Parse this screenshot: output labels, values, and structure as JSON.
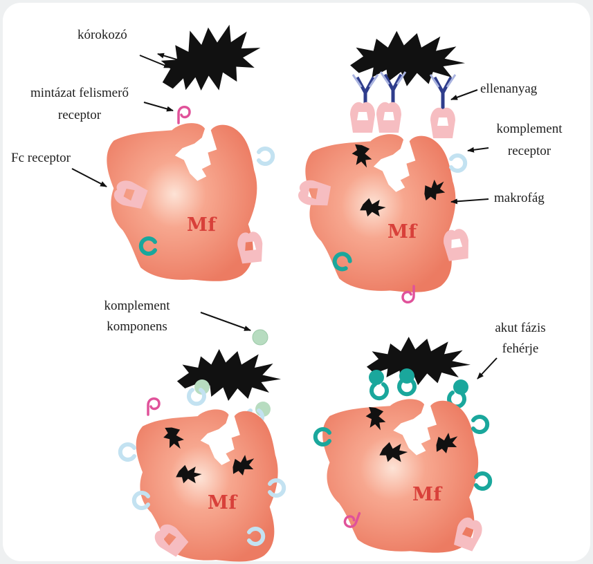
{
  "labels": {
    "korokozo": "kórokozó",
    "mintazat_line1": "mintázat felismerő",
    "mintazat_line2": "receptor",
    "fc_receptor": "Fc receptor",
    "ellenanyag": "ellenanyag",
    "komplement_receptor_line1": "komplement",
    "komplement_receptor_line2": "receptor",
    "makrofag": "makrofág",
    "komplement_komponens_line1": "komplement",
    "komplement_komponens_line2": "komponens",
    "akut_line1": "akut fázis",
    "akut_line2": "fehérje"
  },
  "cell_labels": [
    "Mf",
    "Mf",
    "Mf",
    "Mf"
  ],
  "colors": {
    "cell_body": "#ee8068",
    "cell_highlight": "#fde0d4",
    "pathogen": "#111111",
    "fc_receptor": "#f6bdc1",
    "pattern_receptor": "#e0529a",
    "complement_receptor": "#c3e2f1",
    "complement_component": "#b7dcc0",
    "acute_phase_protein": "#1aa79c",
    "antibody": "#2f3d8c",
    "cell_label": "#d8403a"
  }
}
